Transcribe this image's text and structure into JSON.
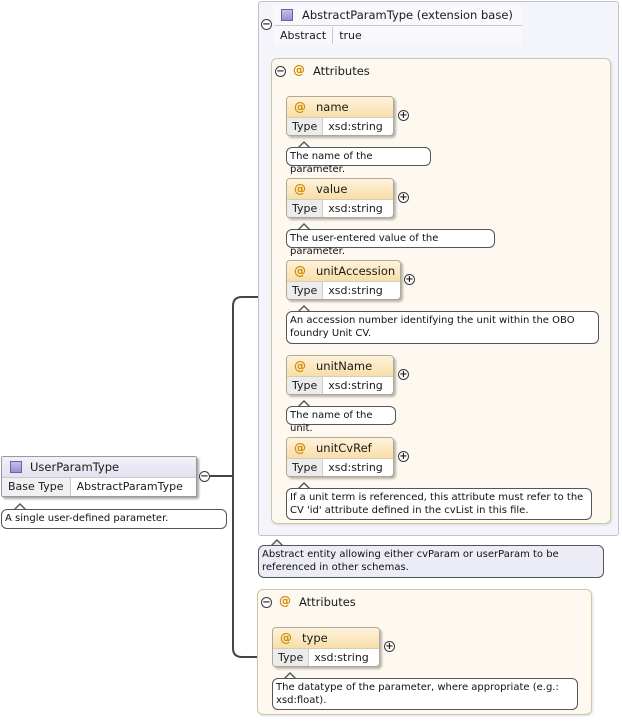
{
  "root": {
    "title": "UserParamType",
    "base_type_label": "Base Type",
    "base_type_value": "AbstractParamType",
    "note": "A single user-defined parameter."
  },
  "extension": {
    "title": "AbstractParamType (extension base)",
    "abstract_label": "Abstract",
    "abstract_value": "true",
    "note": "Abstract entity allowing either cvParam or userParam to be referenced in other schemas."
  },
  "attributes_group_1": {
    "label": "Attributes",
    "items": [
      {
        "name": "name",
        "type_label": "Type",
        "type_value": "xsd:string",
        "note": "The name of the parameter."
      },
      {
        "name": "value",
        "type_label": "Type",
        "type_value": "xsd:string",
        "note": "The user-entered value of the parameter."
      },
      {
        "name": "unitAccession",
        "type_label": "Type",
        "type_value": "xsd:string",
        "note": "An accession number identifying the unit within the OBO foundry Unit CV."
      },
      {
        "name": "unitName",
        "type_label": "Type",
        "type_value": "xsd:string",
        "note": "The name of the unit."
      },
      {
        "name": "unitCvRef",
        "type_label": "Type",
        "type_value": "xsd:string",
        "note": "If a unit term is referenced, this attribute must refer to the CV 'id' attribute defined in the cvList in this file."
      }
    ]
  },
  "attributes_group_2": {
    "label": "Attributes",
    "items": [
      {
        "name": "type",
        "type_label": "Type",
        "type_value": "xsd:string",
        "note": "The datatype of the parameter, where appropriate (e.g.: xsd:float)."
      }
    ]
  },
  "colors": {
    "complex_type_header": "#e4e1f0",
    "attribute_header": "#f8dfa8",
    "attribute_group_bg": "#fdf9f0",
    "at_symbol": "#d28a00"
  }
}
